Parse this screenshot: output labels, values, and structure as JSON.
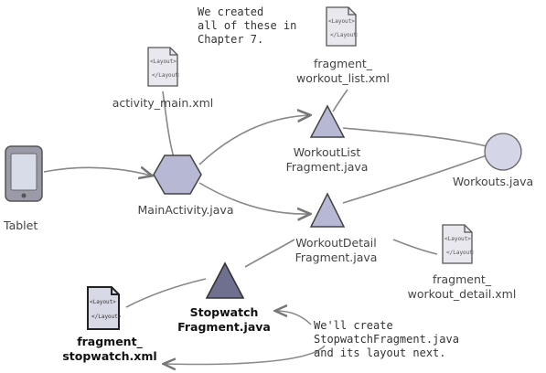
{
  "notes": {
    "top": [
      "We created",
      "all of these in",
      "Chapter 7."
    ],
    "bottom": [
      "We'll create",
      "StopwatchFragment.java",
      "and its layout next."
    ]
  },
  "doc_icon_text": [
    "<Layout>",
    "</Layout>"
  ],
  "nodes": {
    "tablet": "Tablet",
    "activity_main": "activity_main.xml",
    "main_activity": "MainActivity.java",
    "fragment_workout_list": [
      "fragment_",
      "workout_list.xml"
    ],
    "workout_list_fragment": [
      "WorkoutList",
      "Fragment.java"
    ],
    "workouts": "Workouts.java",
    "workout_detail_fragment": [
      "WorkoutDetail",
      "Fragment.java"
    ],
    "fragment_workout_detail": [
      "fragment_",
      "workout_detail.xml"
    ],
    "stopwatch_fragment": [
      "Stopwatch",
      "Fragment.java"
    ],
    "fragment_stopwatch": [
      "fragment_",
      "stopwatch.xml"
    ]
  },
  "colors": {
    "shape_fill": "#b7b9d4",
    "shape_fill_dark": "#6f6f8f",
    "doc_fill": "#e8e8ee",
    "line": "#888888"
  }
}
